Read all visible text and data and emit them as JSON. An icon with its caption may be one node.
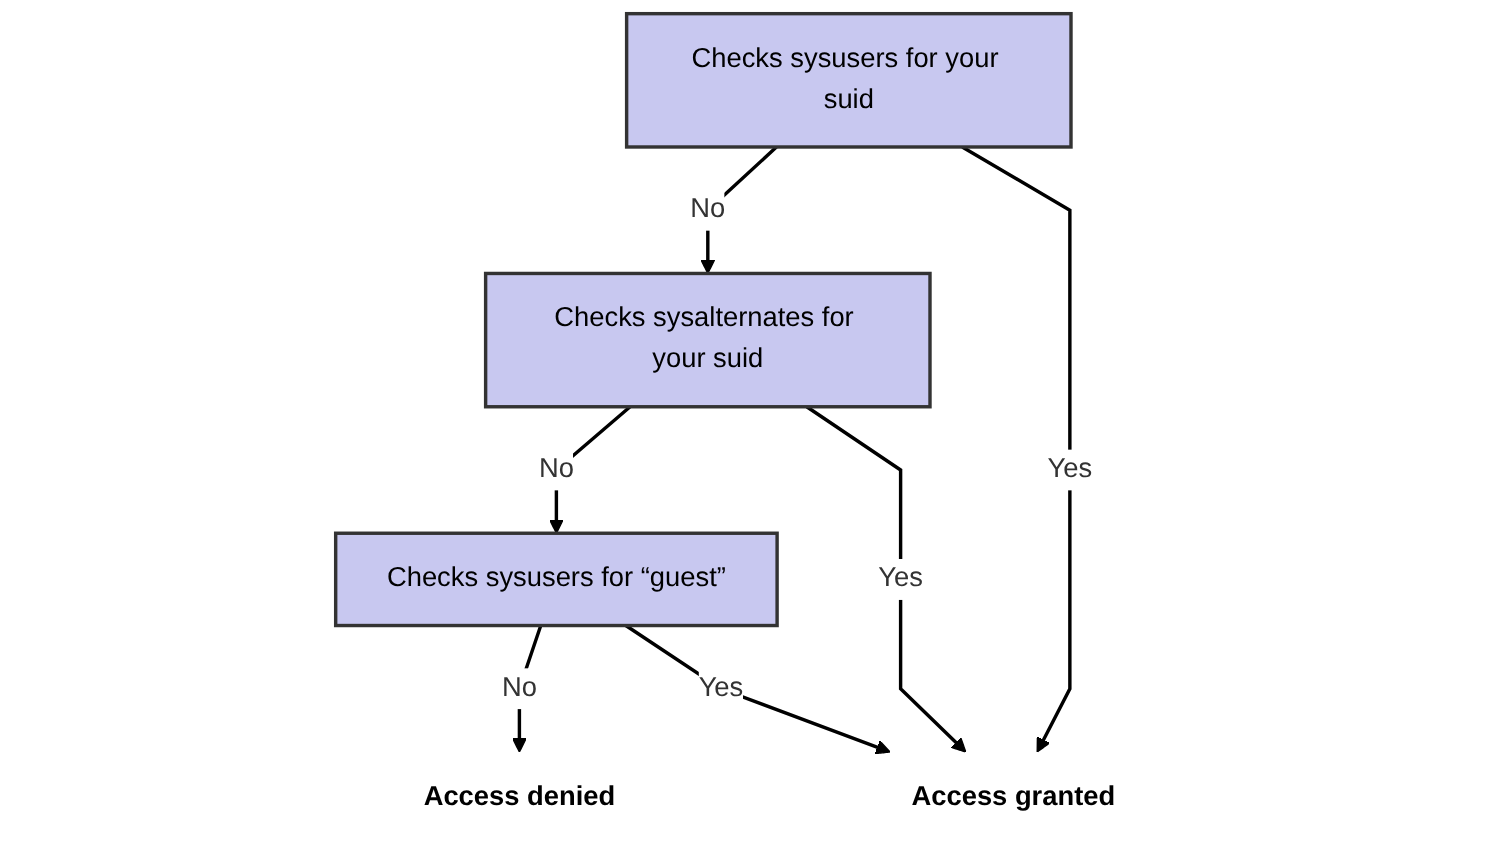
{
  "diagram": {
    "nodes": [
      {
        "text": [
          "Checks sysusers for your suid"
        ]
      },
      {
        "text": [
          "Checks sysalternates for your suid"
        ]
      },
      {
        "text": [
          "Checks sysusers for “guest”"
        ]
      },
      {
        "text": [
          "Access granted"
        ]
      },
      {
        "text": [
          "Access denied"
        ]
      }
    ],
    "edges": [
      {
        "from": 0,
        "to": 1,
        "arrow": "to",
        "label": "No"
      },
      {
        "from": 1,
        "to": 2,
        "arrow": "to",
        "label": "No"
      },
      {
        "from": 2,
        "to": 4,
        "arrow": "to",
        "label": "No"
      },
      {
        "from": 0,
        "to": 3,
        "arrow": "to",
        "label": "Yes"
      },
      {
        "from": 1,
        "to": 3,
        "arrow": "to",
        "label": "Yes"
      },
      {
        "from": 2,
        "to": 3,
        "arrow": "to",
        "label": "Yes"
      }
    ]
  }
}
